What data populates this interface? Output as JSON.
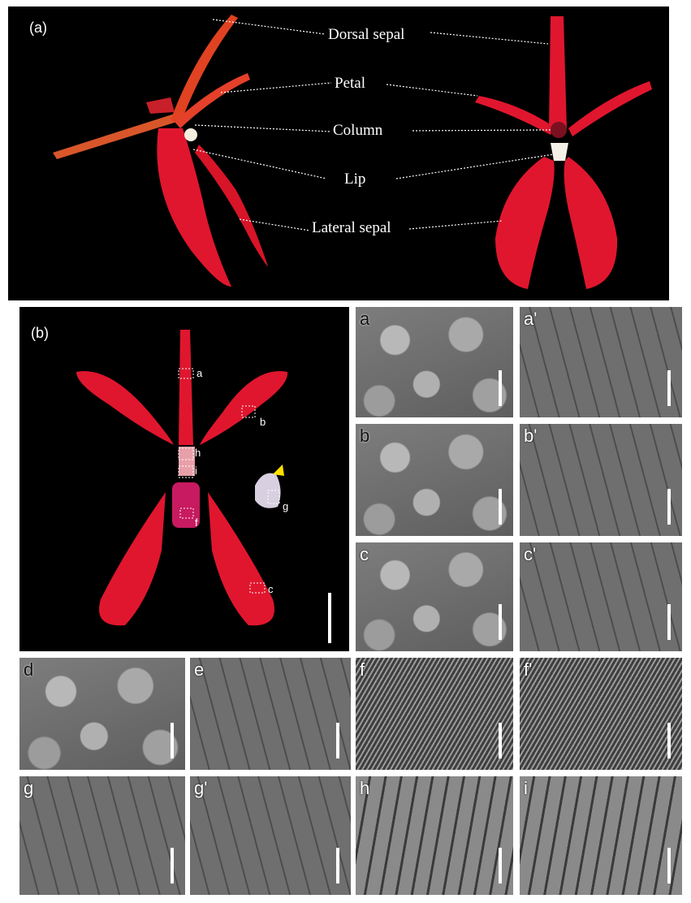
{
  "panel_a": {
    "label": "(a)",
    "parts": [
      "Dorsal sepal",
      "Petal",
      "Column",
      "Lip",
      "Lateral sepal"
    ]
  },
  "panel_b": {
    "label": "(b)",
    "markers": [
      "a",
      "b",
      "h",
      "i",
      "f",
      "g",
      "c"
    ]
  },
  "sem": [
    {
      "id": "a",
      "label": "a"
    },
    {
      "id": "a2",
      "label": "a'"
    },
    {
      "id": "b",
      "label": "b"
    },
    {
      "id": "b2",
      "label": "b'"
    },
    {
      "id": "c",
      "label": "c"
    },
    {
      "id": "c2",
      "label": "c'"
    },
    {
      "id": "d",
      "label": "d"
    },
    {
      "id": "e",
      "label": "e"
    },
    {
      "id": "f",
      "label": "f"
    },
    {
      "id": "f2",
      "label": "f'"
    },
    {
      "id": "g",
      "label": "g"
    },
    {
      "id": "g2",
      "label": "g'"
    },
    {
      "id": "h",
      "label": "h"
    },
    {
      "id": "i",
      "label": "i"
    }
  ],
  "colors": {
    "flower_red": "#e0162e",
    "stripe": "#e8a020",
    "arrow": "#ffe000"
  }
}
